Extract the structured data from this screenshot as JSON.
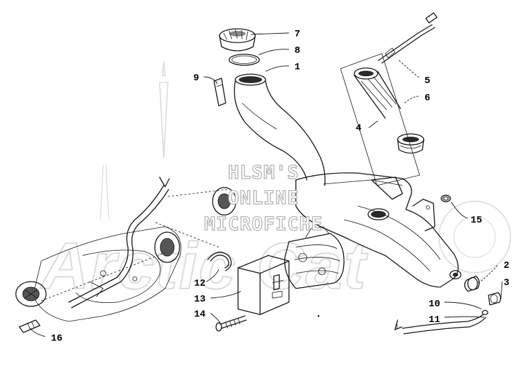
{
  "watermark": {
    "line1": "HLSM'S",
    "line2": "ONLINE",
    "line3": "MICROFICHE",
    "brand": "Arctic Cat"
  },
  "callouts": [
    {
      "id": "1",
      "label": "1"
    },
    {
      "id": "2",
      "label": "2"
    },
    {
      "id": "3",
      "label": "3"
    },
    {
      "id": "4",
      "label": "4"
    },
    {
      "id": "5",
      "label": "5"
    },
    {
      "id": "6",
      "label": "6"
    },
    {
      "id": "7",
      "label": "7"
    },
    {
      "id": "8",
      "label": "8"
    },
    {
      "id": "9",
      "label": "9"
    },
    {
      "id": "10",
      "label": "10"
    },
    {
      "id": "11",
      "label": "11"
    },
    {
      "id": "12",
      "label": "12"
    },
    {
      "id": "13",
      "label": "13"
    },
    {
      "id": "14",
      "label": "14"
    },
    {
      "id": "15",
      "label": "15"
    },
    {
      "id": "16",
      "label": "16"
    }
  ]
}
